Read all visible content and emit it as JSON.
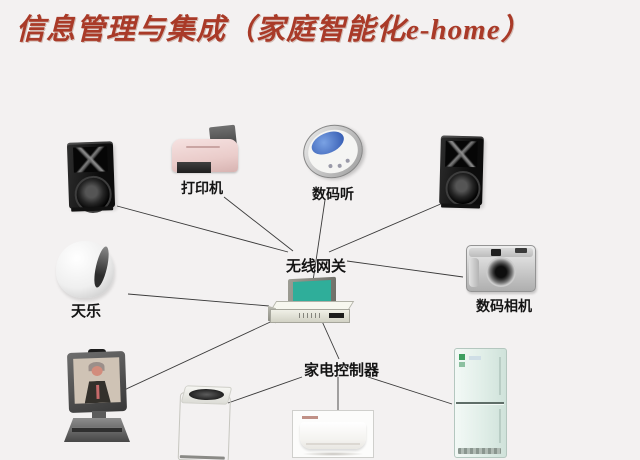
{
  "title": "信息管理与集成（家庭智能化e-home）",
  "colors": {
    "title_color": "#a93a28",
    "line_color": "#3a3a3a",
    "screen_teal": "#2fae9a",
    "printer_pink": "#eaccca",
    "fridge_mint": "#e2efe9"
  },
  "diagram": {
    "labels": {
      "printer": "打印机",
      "cd_player": "数码听",
      "gateway": "无线网关",
      "tianle": "天乐",
      "camera": "数码相机",
      "controller": "家电控制器"
    },
    "images": [
      "speaker-left",
      "printer",
      "cd-player",
      "speaker-right",
      "tianle-dome-speaker",
      "digital-camera",
      "gateway-computer",
      "videophone",
      "washing-machine",
      "air-conditioner",
      "refrigerator"
    ],
    "edges": [
      [
        117,
        206,
        288,
        252
      ],
      [
        224,
        197,
        293,
        251
      ],
      [
        325,
        200,
        313,
        281
      ],
      [
        443,
        203,
        329,
        252
      ],
      [
        463,
        277,
        347,
        261
      ],
      [
        128,
        294,
        269,
        306
      ],
      [
        122,
        391,
        281,
        317
      ],
      [
        321,
        319,
        339,
        359
      ],
      [
        302,
        377,
        228,
        403
      ],
      [
        338,
        377,
        338,
        413
      ],
      [
        368,
        377,
        452,
        404
      ]
    ]
  }
}
